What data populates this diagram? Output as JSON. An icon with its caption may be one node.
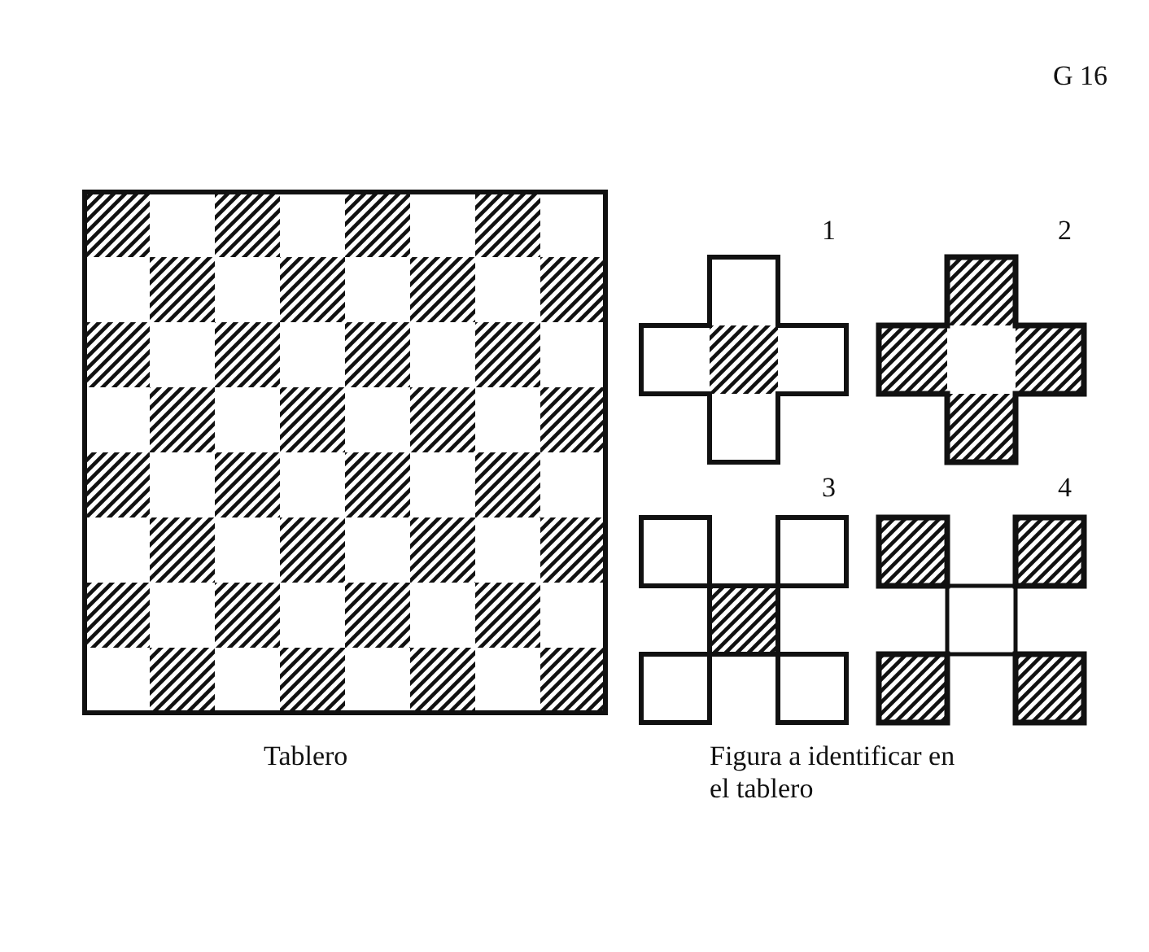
{
  "diagram": {
    "labels": [
      "G 16",
      "1",
      "2",
      "3",
      "4",
      "Tablero",
      "Figura a identificar en el tablero"
    ]
  }
}
